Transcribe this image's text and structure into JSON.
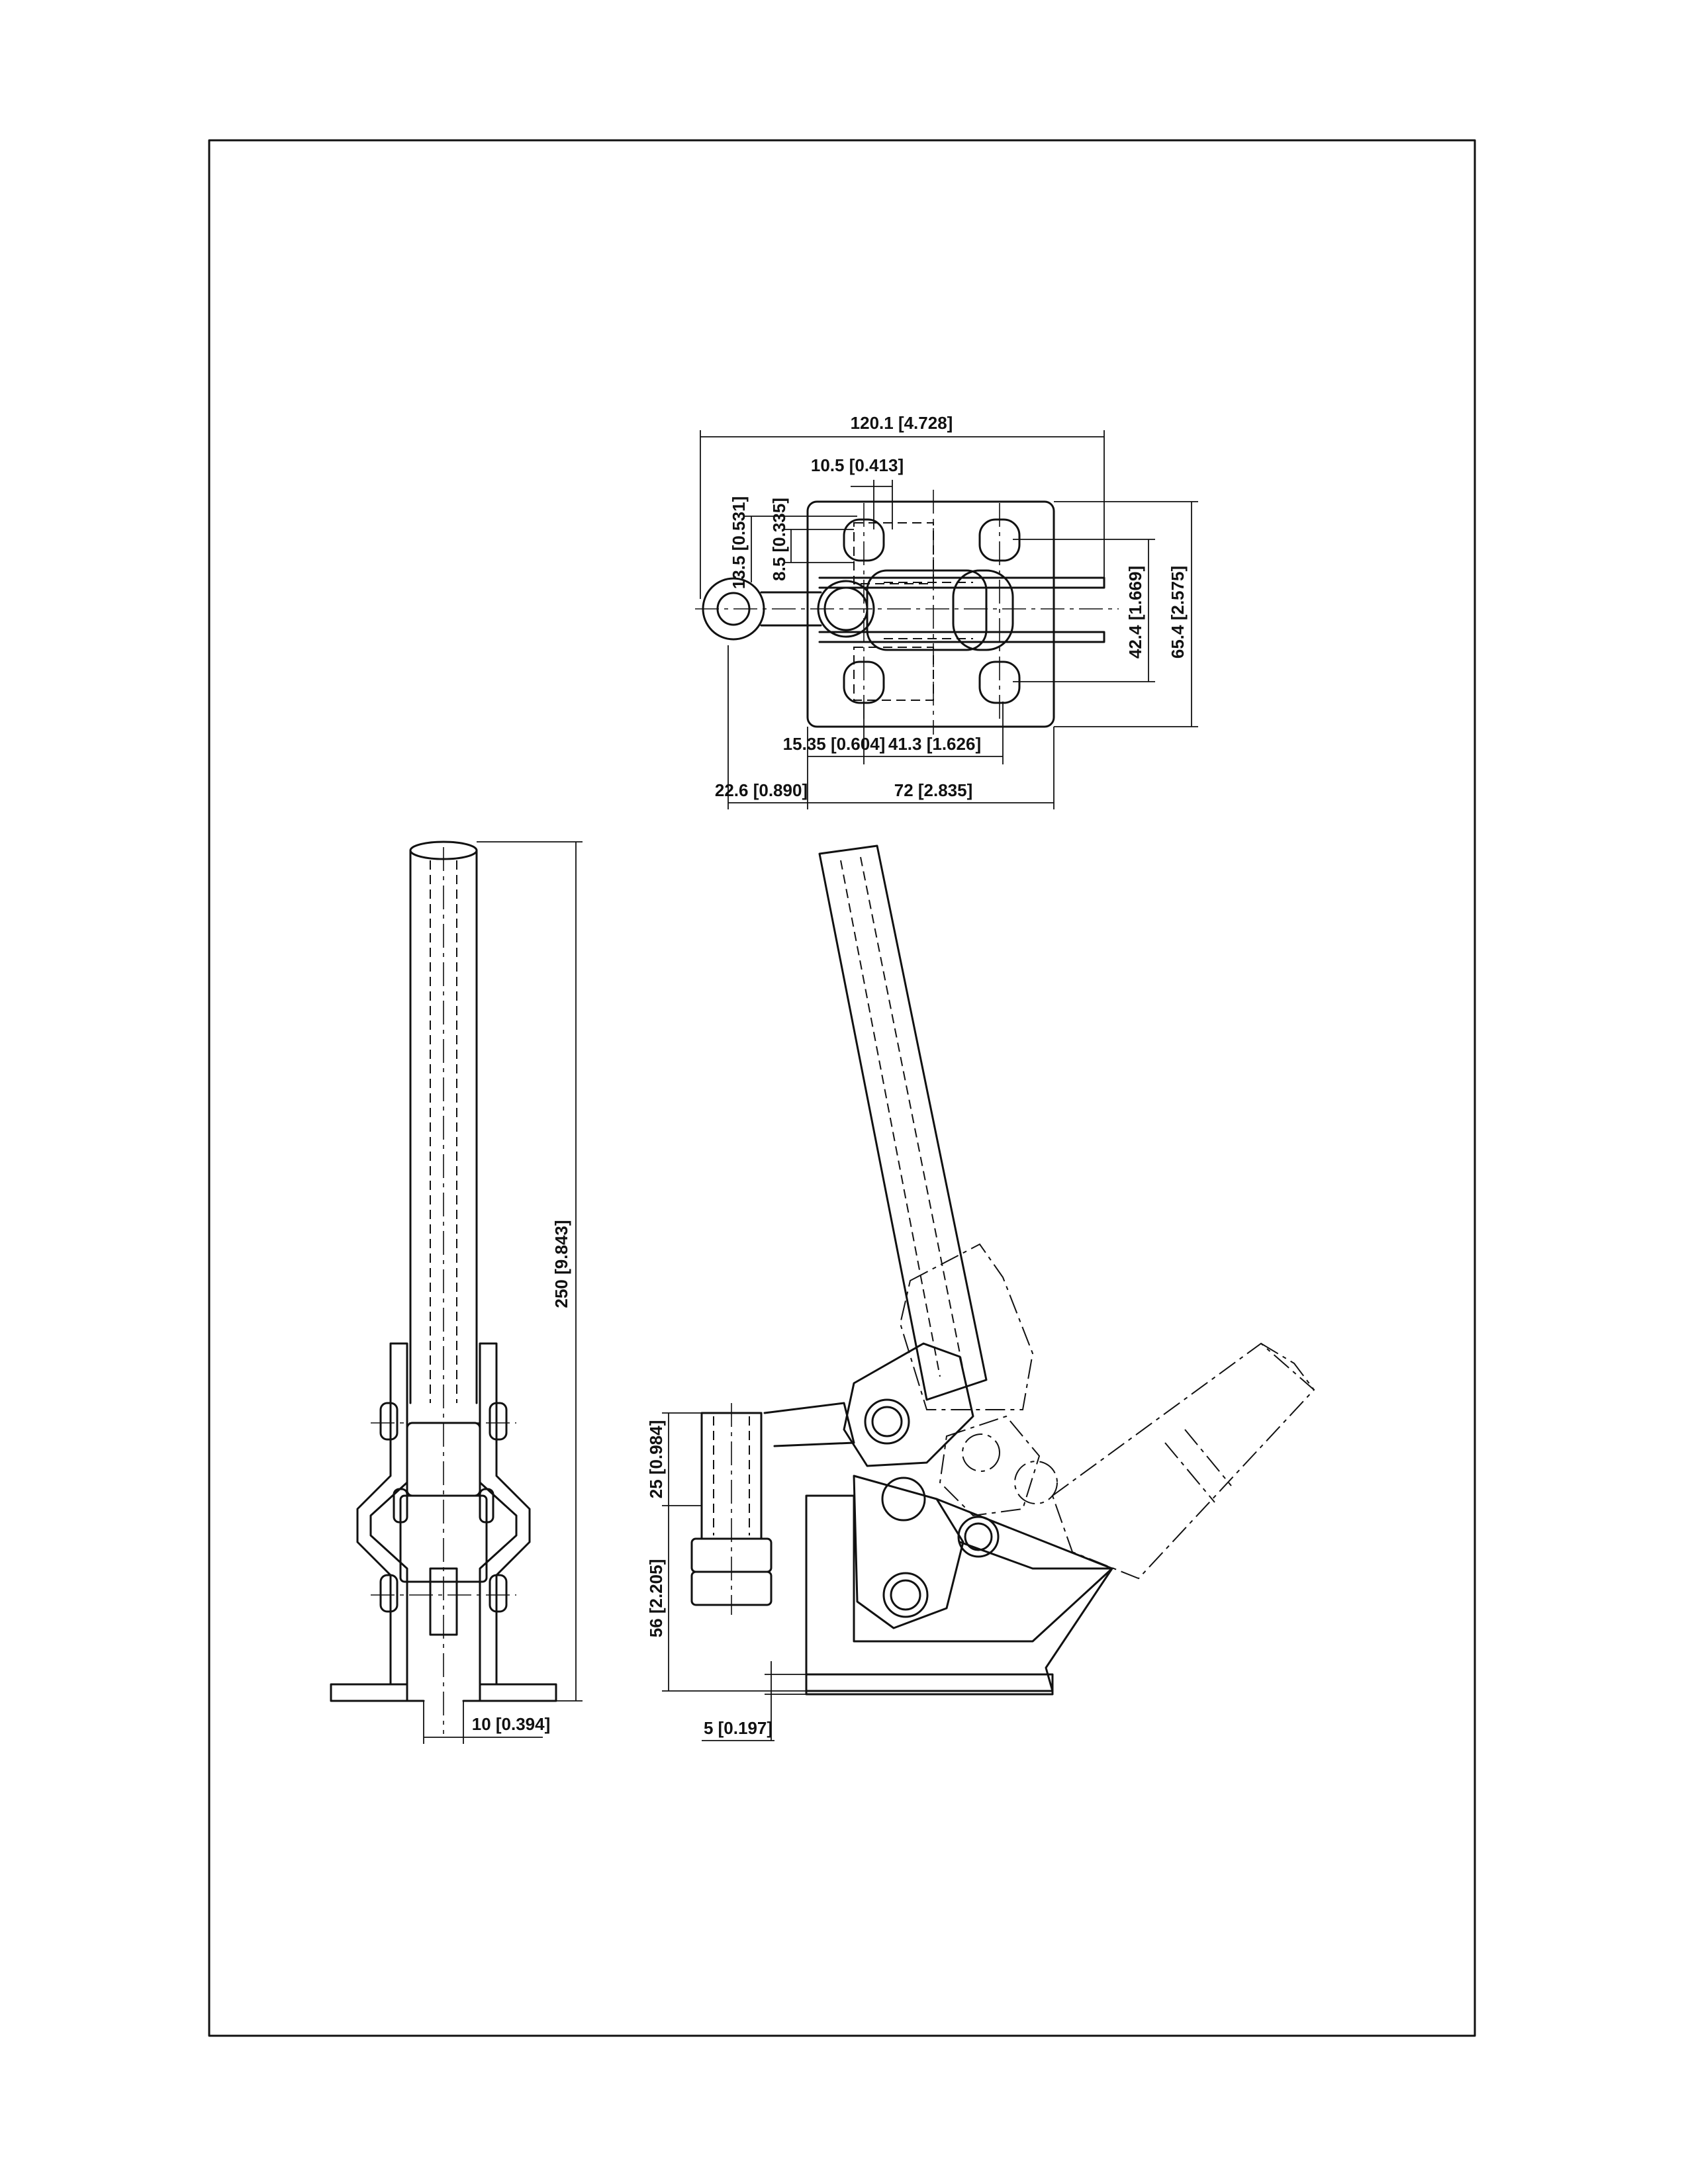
{
  "dimensions": {
    "top_overall_width": "120.1 [4.728]",
    "top_slot_width": "10.5 [0.413]",
    "top_eye_height": "13.5 [0.531]",
    "top_slot_height": "8.5 [0.335]",
    "top_hole_spacing_v": "42.4 [1.669]",
    "top_base_height": "65.4 [2.575]",
    "top_offset_15": "15.35 [0.604]",
    "top_hole_spacing_h": "41.3 [1.626]",
    "top_eye_offset": "22.6 [0.890]",
    "top_base_width": "72 [2.835]",
    "front_handle_height": "250 [9.843]",
    "front_plate_thickness": "10 [0.394]",
    "side_spindle_length": "25 [0.984]",
    "side_spindle_height": "56 [2.205]",
    "side_base_thickness": "5 [0.197]"
  }
}
